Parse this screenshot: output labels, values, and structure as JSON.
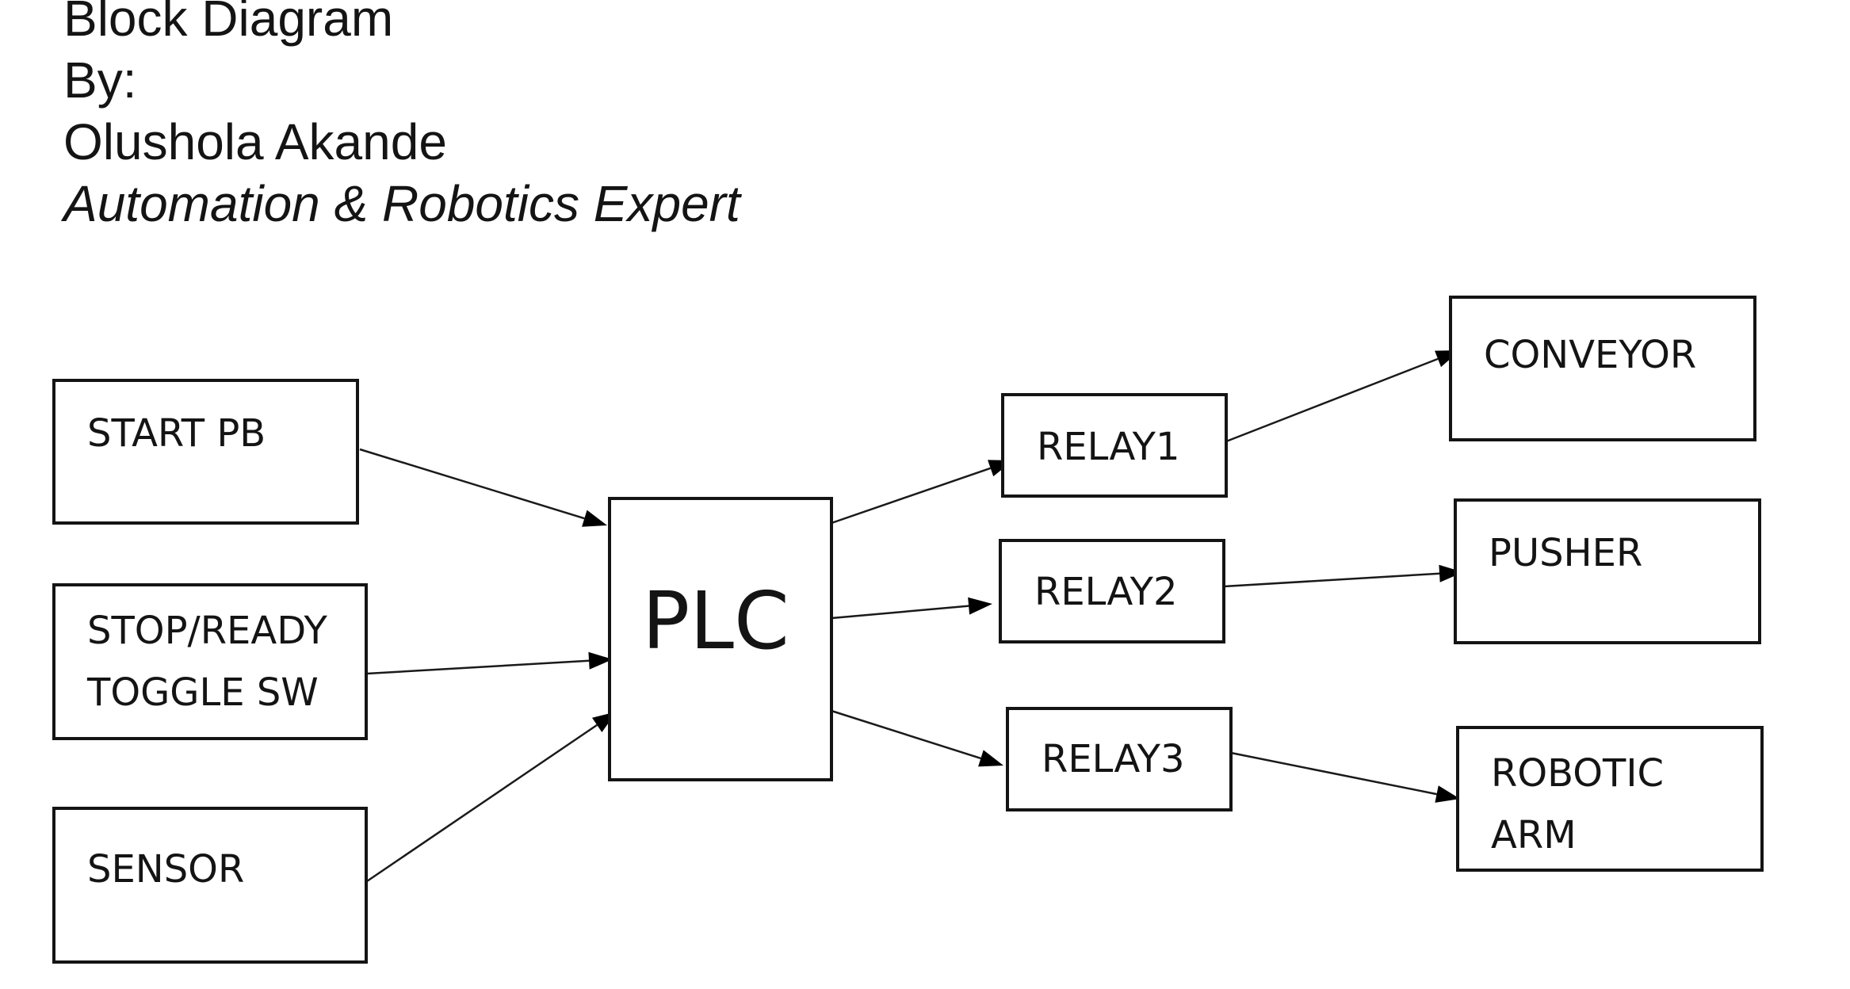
{
  "header": {
    "title": "Block Diagram",
    "by": "By:",
    "author": "Olushola Akande",
    "role": "Automation & Robotics Expert"
  },
  "blocks": {
    "start_pb": {
      "lines": [
        "START PB"
      ]
    },
    "stop_ready": {
      "lines": [
        "STOP/READY",
        "TOGGLE SW"
      ]
    },
    "sensor": {
      "lines": [
        "SENSOR"
      ]
    },
    "plc": {
      "lines": [
        "PLC"
      ]
    },
    "relay1": {
      "lines": [
        "RELAY1"
      ]
    },
    "relay2": {
      "lines": [
        "RELAY2"
      ]
    },
    "relay3": {
      "lines": [
        "RELAY3"
      ]
    },
    "conveyor": {
      "lines": [
        "CONVEYOR"
      ]
    },
    "pusher": {
      "lines": [
        "PUSHER"
      ]
    },
    "robotic_arm": {
      "lines": [
        "ROBOTIC",
        "ARM"
      ]
    }
  },
  "connections": [
    {
      "from": "start_pb",
      "to": "plc"
    },
    {
      "from": "stop_ready",
      "to": "plc"
    },
    {
      "from": "sensor",
      "to": "plc"
    },
    {
      "from": "plc",
      "to": "relay1"
    },
    {
      "from": "plc",
      "to": "relay2"
    },
    {
      "from": "plc",
      "to": "relay3"
    },
    {
      "from": "relay1",
      "to": "conveyor"
    },
    {
      "from": "relay2",
      "to": "pusher"
    },
    {
      "from": "relay3",
      "to": "robotic_arm"
    }
  ]
}
